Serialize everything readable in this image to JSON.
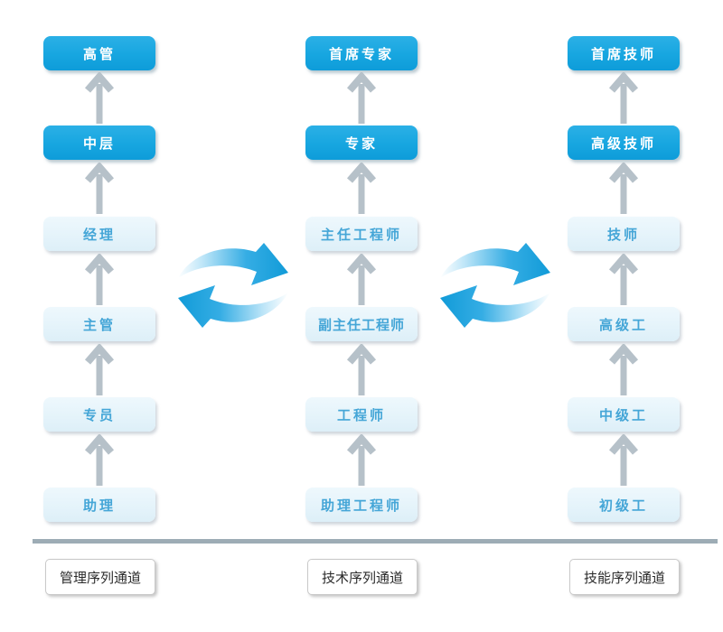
{
  "colors": {
    "highlight-box": "#17a6e0",
    "highlight-text": "#ffffff",
    "normal-box": "#e4f3fa",
    "normal-text": "#45a6d7",
    "arrow-gray": "#b6c1c9",
    "separator": "#9dacb5",
    "swap-blue": "#1a9fdc",
    "label-border": "#c9c9c9",
    "label-text": "#2b2b2b"
  },
  "columns": [
    {
      "channel": "管理序列通道",
      "levels": [
        {
          "label": "高管",
          "highlight": true
        },
        {
          "label": "中层",
          "highlight": true
        },
        {
          "label": "经理",
          "highlight": false
        },
        {
          "label": "主管",
          "highlight": false
        },
        {
          "label": "专员",
          "highlight": false
        },
        {
          "label": "助理",
          "highlight": false
        }
      ]
    },
    {
      "channel": "技术序列通道",
      "levels": [
        {
          "label": "首席专家",
          "highlight": true
        },
        {
          "label": "专家",
          "highlight": true
        },
        {
          "label": "主任工程师",
          "highlight": false
        },
        {
          "label": "副主任工程师",
          "highlight": false
        },
        {
          "label": "工程师",
          "highlight": false
        },
        {
          "label": "助理工程师",
          "highlight": false
        }
      ]
    },
    {
      "channel": "技能序列通道",
      "levels": [
        {
          "label": "首席技师",
          "highlight": true
        },
        {
          "label": "高级技师",
          "highlight": true
        },
        {
          "label": "技师",
          "highlight": false
        },
        {
          "label": "高级工",
          "highlight": false
        },
        {
          "label": "中级工",
          "highlight": false
        },
        {
          "label": "初级工",
          "highlight": false
        }
      ]
    }
  ],
  "swap_arrows": [
    {
      "between": "management-technical"
    },
    {
      "between": "technical-skill"
    }
  ]
}
